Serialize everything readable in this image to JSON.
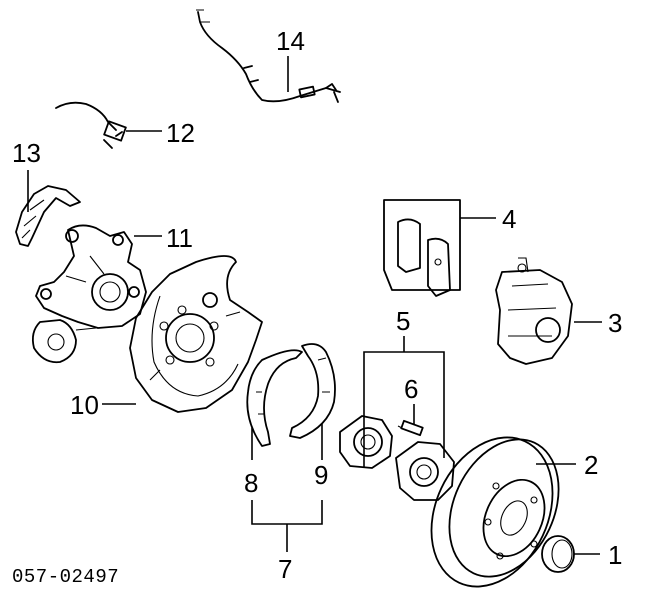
{
  "diagram": {
    "callouts": {
      "c1": "1",
      "c2": "2",
      "c3": "3",
      "c4": "4",
      "c5": "5",
      "c6": "6",
      "c7": "7",
      "c8": "8",
      "c9": "9",
      "c10": "10",
      "c11": "11",
      "c12": "12",
      "c13": "13",
      "c14": "14"
    },
    "drawing_code": "057-02497"
  }
}
